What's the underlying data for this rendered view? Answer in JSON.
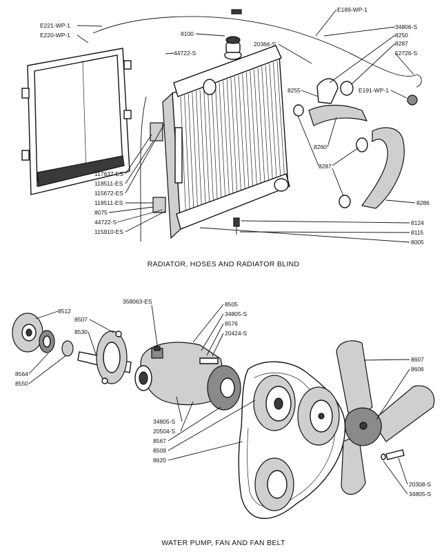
{
  "captions": {
    "top": "RADIATOR, HOSES AND RADIATOR BLIND",
    "bottom": "WATER PUMP, FAN AND FAN BELT"
  },
  "labels": {
    "e221": "E221-WP-1",
    "e220": "E220-WP-1",
    "e189": "E189-WP-1",
    "p8100": "8100",
    "p44722a": "44722-S",
    "p20366": "20366-S",
    "p34806": "34806-S",
    "p8250": "8250",
    "p8287a": "8287",
    "p52726": "52726-S",
    "p8255": "8255",
    "e191": "E191-WP-1",
    "p8260": "8260",
    "p8287b": "8287",
    "p8286": "8286",
    "p117637": "117637-ES",
    "p118511a": "118511-ES",
    "p115672": "115672-ES",
    "p118511b": "118511-ES",
    "p8075": "8075",
    "p44722b": "44722-S",
    "p115910": "115910-ES",
    "p8124": "8124",
    "p8115": "8115",
    "p8005": "8005",
    "p8512": "8512",
    "p8507": "8507",
    "p358063": "358063-ES",
    "p8505": "8505",
    "p34805a": "34805-S",
    "p8576": "8576",
    "p20424": "20424-S",
    "p8530": "8530",
    "p8564": "8564",
    "p8550": "8550",
    "p8607": "8607",
    "p8606": "8606",
    "p34805b": "34805-S",
    "p20504": "20504-S",
    "p8567": "8567",
    "p8509": "8509",
    "p8620": "8620",
    "p20308": "20308-S",
    "p34805c": "34805-S"
  }
}
